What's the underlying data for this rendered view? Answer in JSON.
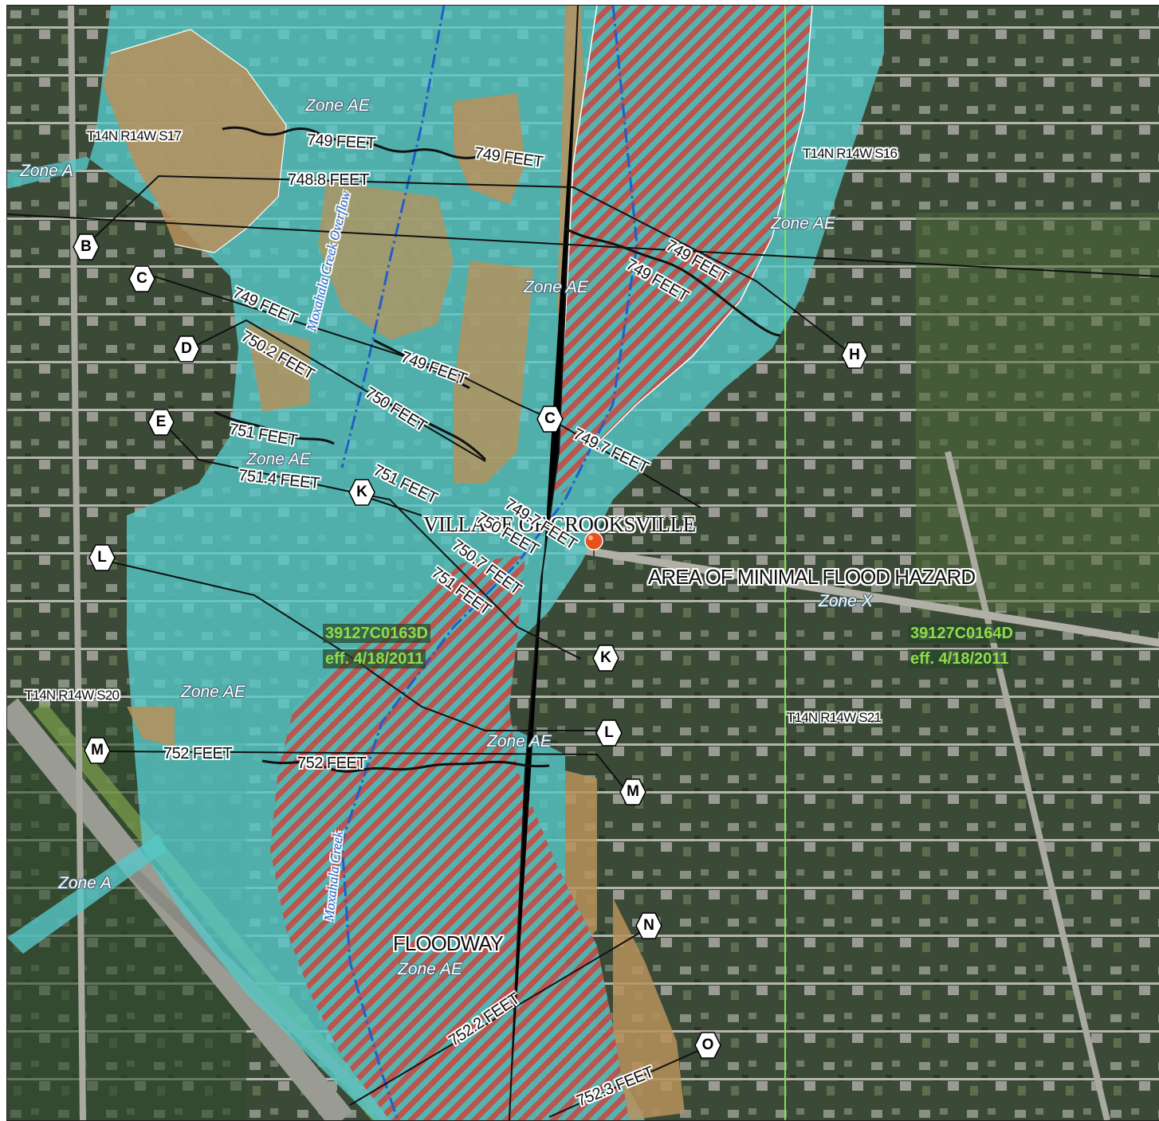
{
  "map": {
    "panels": [
      {
        "id": "39127C0163D",
        "effective": "eff. 4/18/2011"
      },
      {
        "id": "39127C0164D",
        "effective": "eff. 4/18/2011"
      }
    ],
    "place_name": "VILLAGE OF CROOKSVILLE",
    "minimal_hazard": "AREA OF MINIMAL FLOOD HAZARD",
    "zone_x": "Zone X",
    "floodway": "FLOODWAY",
    "zone_ae": "Zone AE",
    "zone_a": "Zone A",
    "streams": {
      "overflow": "Moxahala Creek Overflow",
      "main": "Moxahala Creek"
    },
    "sections": {
      "s17": "T14N R14W S17",
      "s16": "T14N R14W S16",
      "s20": "T14N R14W S20",
      "s21": "T14N R14W S21"
    },
    "elevations": {
      "e749a": "749 FEET",
      "e749b": "749 FEET",
      "e7488": "748.8 FEET",
      "e749c": "749 FEET",
      "e749d": "749 FEET",
      "e749e": "749 FEET",
      "e749f": "749 FEET",
      "e7502": "750.2 FEET",
      "e750": "750 FEET",
      "e751a": "751 FEET",
      "e7514": "751.4 FEET",
      "e751b": "751 FEET",
      "e7497": "749.7 FEET",
      "e7497b": "749.7 FEET",
      "e750b": "750 FEET",
      "e7507": "750.7 FEET",
      "e751c": "751 FEET",
      "e752a": "752 FEET",
      "e752b": "752 FEET",
      "e7522": "752.2 FEET",
      "e7523": "752.3 FEET"
    },
    "cross_sections": {
      "B": "B",
      "C": "C",
      "D": "D",
      "E": "E",
      "H": "H",
      "K": "K",
      "L": "L",
      "M": "M",
      "N": "N",
      "O": "O"
    },
    "colors": {
      "floodway_hatch": "#c0504a",
      "zone_ae_fill": "#56c8c8",
      "zone_ae_brown": "#b8915a",
      "panel_text": "#8edc4a",
      "stream_line": "#1f5fc8",
      "panel_boundary": "#7ee05a"
    }
  }
}
